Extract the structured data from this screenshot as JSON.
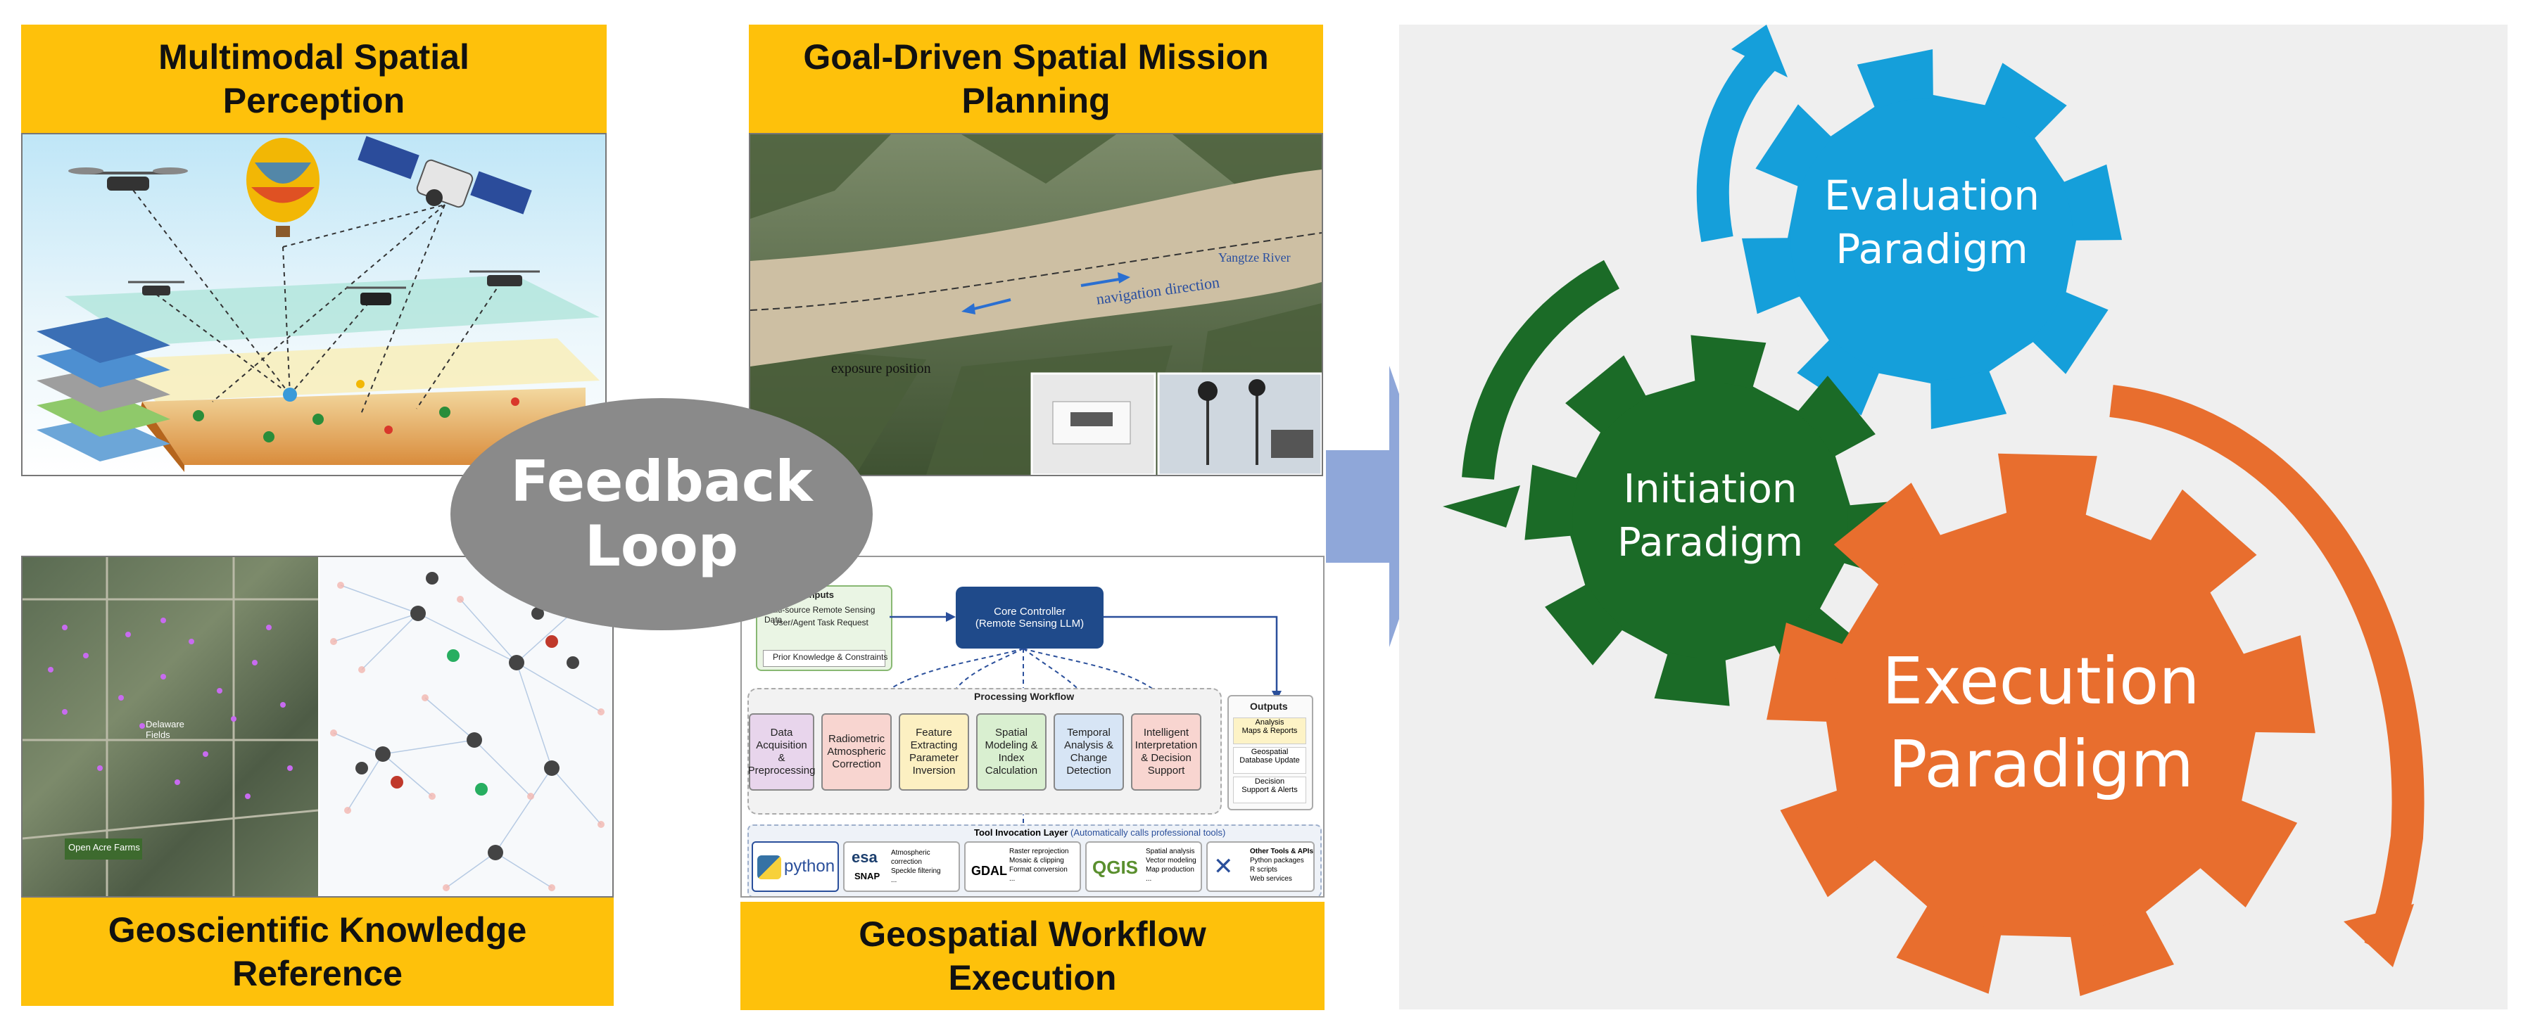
{
  "panels": {
    "perception": "Multimodal Spatial Perception",
    "planning": "Goal-Driven Spatial Mission Planning",
    "knowledge": "Geoscientific Knowledge Reference",
    "workflow": "Geospatial Workflow Execution"
  },
  "planning_image": {
    "river_label": "Yangtze River",
    "direction_label": "navigation direction",
    "exposure_label": "exposure position"
  },
  "knowledge_image": {
    "label_a": "Delaware Fields",
    "label_b": "Open Acre Farms"
  },
  "feedback": {
    "line1": "Feedback",
    "line2": "Loop"
  },
  "workflow_diagram": {
    "inputs_title": "Inputs",
    "input_1": "Multi-source Remote Sensing Data",
    "input_2": "User/Agent Task Request",
    "input_3": "Prior Knowledge & Constraints",
    "core_1": "Core Controller",
    "core_2": "(Remote Sensing LLM)",
    "processing_title": "Processing Workflow",
    "steps": [
      [
        "Data",
        "Acquisition",
        "&",
        "Preprocessing"
      ],
      [
        "Radiometric",
        "Atmospheric",
        "Correction"
      ],
      [
        "Feature",
        "Extracting",
        "Parameter",
        "Inversion"
      ],
      [
        "Spatial",
        "Modeling &",
        "Index",
        "Calculation"
      ],
      [
        "Temporal",
        "Analysis &",
        "Change",
        "Detection"
      ],
      [
        "Intelligent",
        "Interpretation",
        "& Decision",
        "Support"
      ]
    ],
    "outputs_title": "Outputs",
    "outputs": [
      [
        "Analysis",
        "Maps & Reports"
      ],
      [
        "Geospatial",
        "Database Update"
      ],
      [
        "Decision",
        "Support & Alerts"
      ]
    ],
    "tool_layer": "Tool Invocation Layer",
    "tool_layer_note": "(Automatically calls professional tools)",
    "tools": {
      "python": "python",
      "esa": "esa",
      "snap": "SNAP",
      "esa_desc": [
        "Atmospheric correction",
        "Speckle filtering",
        "..."
      ],
      "gdal": "GDAL",
      "gdal_desc": [
        "Raster reprojection",
        "Mosaic & clipping",
        "Format conversion",
        "..."
      ],
      "qgis": "QGIS",
      "qgis_desc": [
        "Spatial analysis",
        "Vector modeling",
        "Map production",
        "..."
      ],
      "other_desc": [
        "Other Tools & APIs",
        "Python packages",
        "R scripts",
        "Web services"
      ]
    }
  },
  "gears": {
    "evaluation": {
      "line1": "Evaluation",
      "line2": "Paradigm",
      "color": "#159FDA"
    },
    "initiation": {
      "line1": "Initiation",
      "line2": "Paradigm",
      "color": "#1B6B27"
    },
    "execution": {
      "line1": "Execution",
      "line2": "Paradigm",
      "color": "#E86E2E"
    }
  },
  "colors": {
    "header": "#FEC10B",
    "bigArrow": "#8FA7D9",
    "feedback": "#8A8A8A",
    "rightPanel": "#EFEFEF"
  }
}
